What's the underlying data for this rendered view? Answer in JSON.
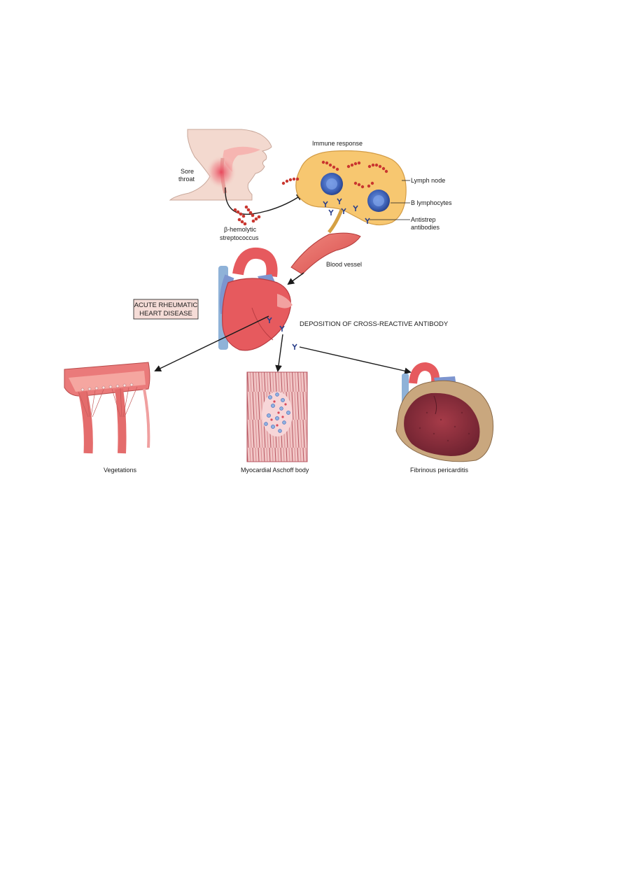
{
  "diagram": {
    "labels": {
      "sore_throat_1": "Sore",
      "sore_throat_2": "throat",
      "strep_1": "β-hemolytic",
      "strep_2": "streptococcus",
      "immune_response": "Immune response",
      "lymph_node": "Lymph node",
      "b_lymphocytes": "B lymphocytes",
      "antistrep_1": "Antistrep",
      "antistrep_2": "antibodies",
      "blood_vessel": "Blood vessel",
      "arhd_1": "ACUTE RHEUMATIC",
      "arhd_2": "HEART DISEASE",
      "deposition": "DEPOSITION OF CROSS-REACTIVE ANTIBODY",
      "vegetations": "Vegetations",
      "aschoff": "Myocardial Aschoff body",
      "pericarditis": "Fibrinous pericarditis"
    },
    "colors": {
      "skin": "#f3d9cf",
      "inflammation": "#e8455a",
      "lymph_node": "#f7c770",
      "lymphocyte": "#3f63b8",
      "bacteria": "#c9362f",
      "heart": "#e65a5e",
      "vessel_blue": "#7d95cf",
      "arhd_box": "#f5dcd7",
      "pericardium": "#c9a77e",
      "heart_dark": "#8c2e3a"
    }
  }
}
